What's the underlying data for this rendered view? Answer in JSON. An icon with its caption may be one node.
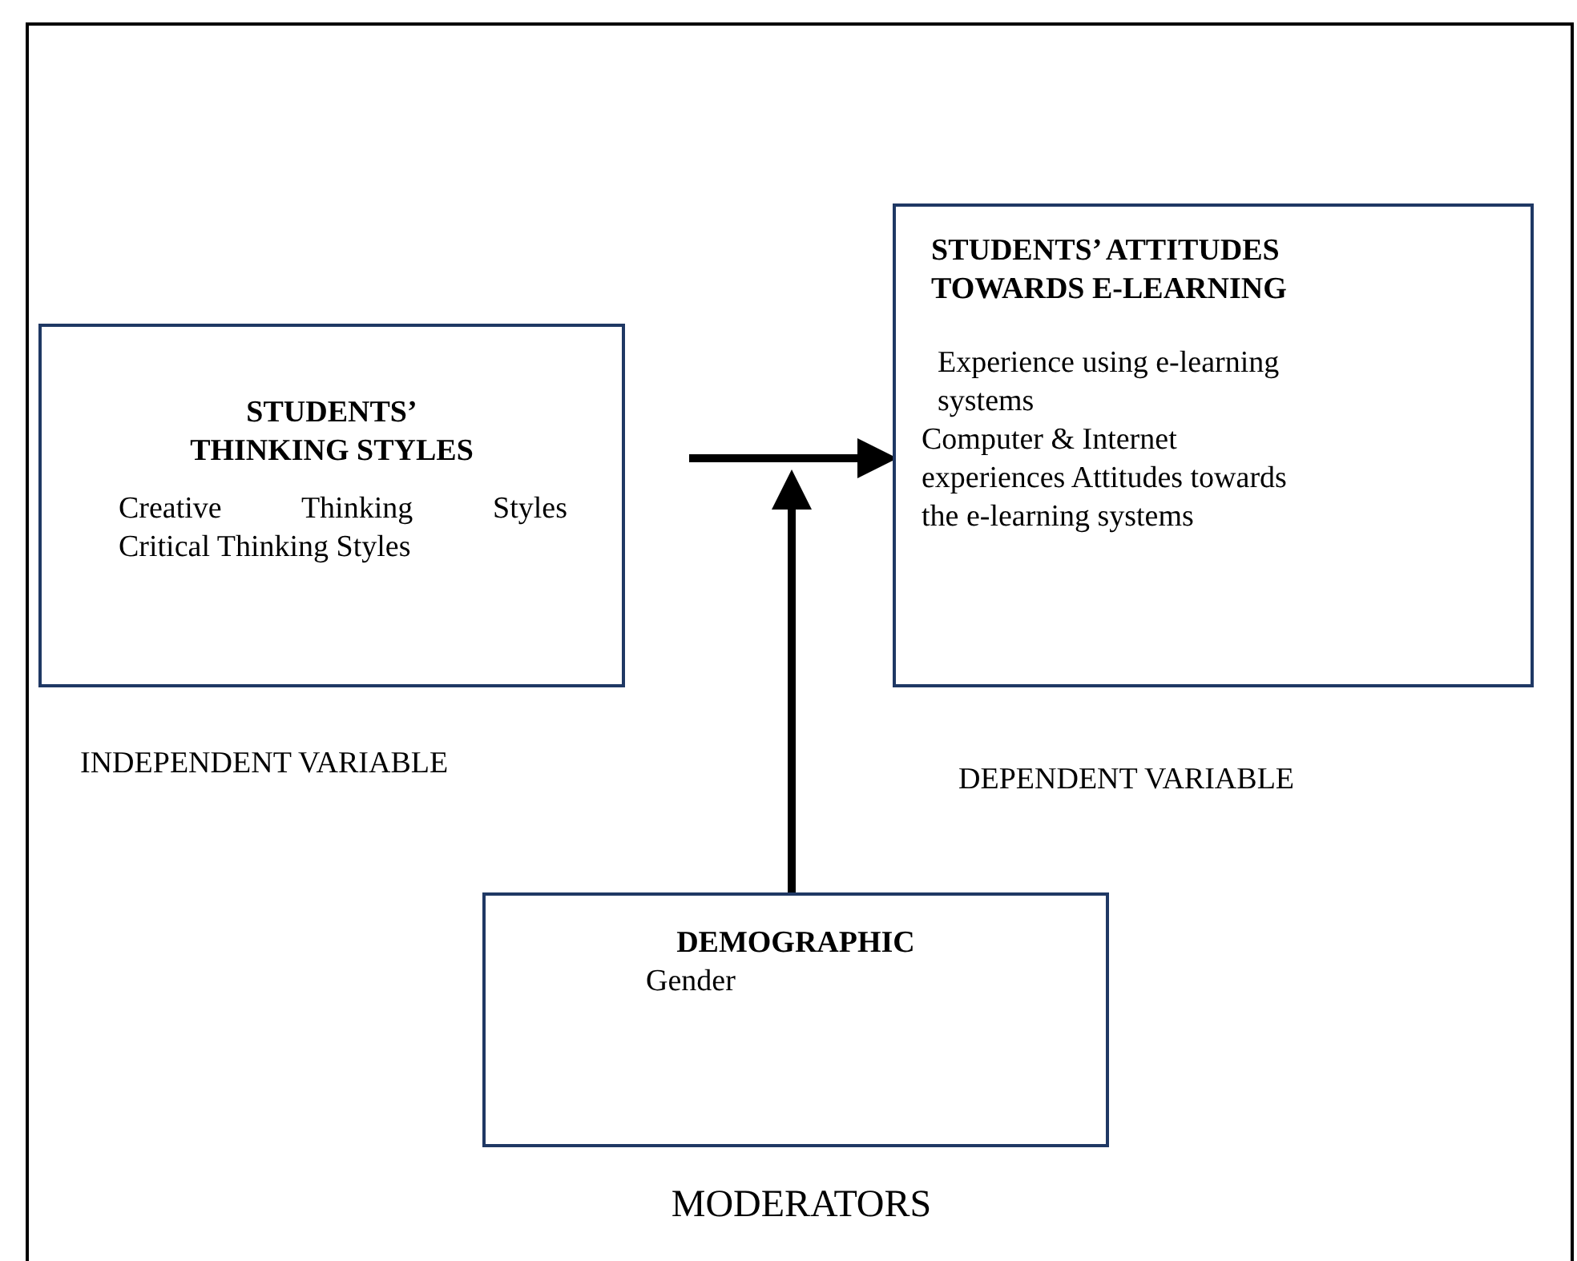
{
  "diagram": {
    "nodes": [
      {
        "text": [
          "STUDENTS’ THINKING STYLES",
          "Creative Thinking Styles",
          "Critical Thinking Styles"
        ],
        "beside": [
          "INDEPENDENT VARIABLE"
        ]
      },
      {
        "text": [
          "STUDENTS’ ATTITUDES TOWARDS E-LEARNING",
          "Experience using e-learning systems",
          "Computer & Internet experiences Attitudes towards the e-learning systems"
        ],
        "beside": [
          "DEPENDENT VARIABLE"
        ]
      },
      {
        "text": [
          "DEMOGRAPHIC",
          "Gender"
        ],
        "beside": [
          "MODERATORS"
        ]
      }
    ],
    "edges": [
      {
        "from": 0,
        "to": 1,
        "arrow": "to"
      },
      {
        "from": 2,
        "to": null,
        "arrow": "to"
      }
    ]
  }
}
